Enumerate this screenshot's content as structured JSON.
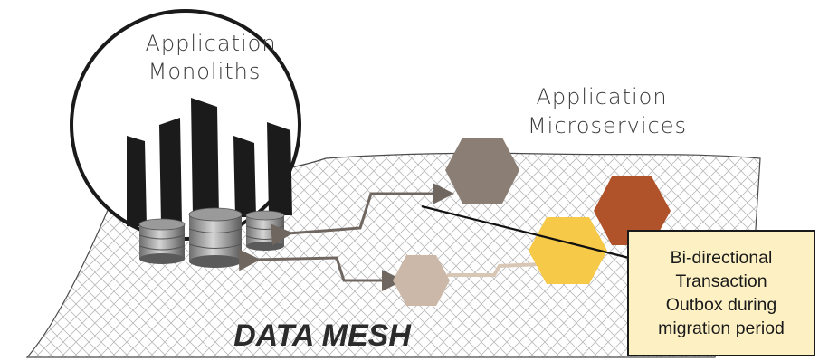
{
  "labels": {
    "monoliths_line1": "Application",
    "monoliths_line2": "Monoliths",
    "microservices_line1": "Application",
    "microservices_line2": "Microservices",
    "data_mesh": "DATA MESH"
  },
  "callout": {
    "lines": [
      "Bi-directional",
      "Transaction",
      "Outbox during",
      "migration period"
    ]
  },
  "colors": {
    "hex_gray": "#8a7e75",
    "hex_rust": "#b0532a",
    "hex_yellow": "#f7c948",
    "hex_tan": "#cbb8a8",
    "arrow": "#6f6660",
    "callout_bg": "#fdf1c4"
  }
}
